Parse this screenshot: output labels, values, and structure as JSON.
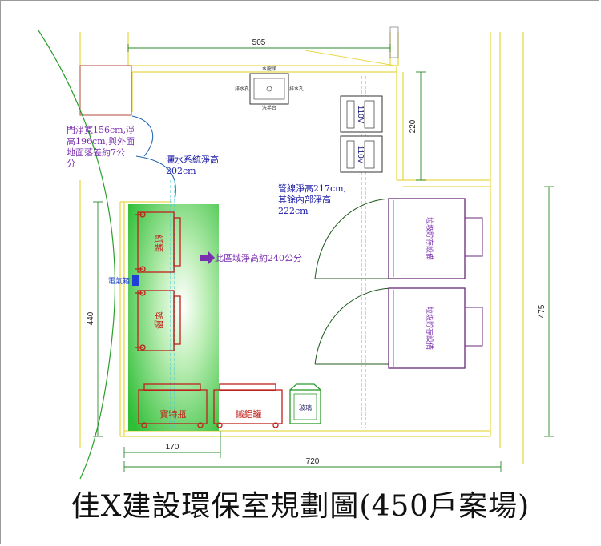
{
  "title": "佳X建設環保室規劃圖(450戶案場)",
  "dimensions": {
    "top_width": "505",
    "right_upper": "220",
    "left_height": "440",
    "right_height": "475",
    "bottom_short": "170",
    "bottom_total": "720"
  },
  "notes": {
    "door_lines": [
      "門淨寬156cm,淨",
      "高196cm,與外面",
      "地面落差約7公",
      "分"
    ],
    "sprinkler_lines": [
      "灑水系統淨高",
      "202cm"
    ],
    "pipe_lines": [
      "管線淨高217cm,",
      "其餘內部淨高",
      "222cm"
    ],
    "zone_height": "此區域淨高約240公分",
    "electric_box": "電氣箱"
  },
  "equipment": {
    "paper": "紙類",
    "plastic": "塑膠",
    "pet": "寶特瓶",
    "cans": "鐵鋁罐",
    "glass": "玻璃",
    "garbage_1": "垃圾貯存設備",
    "garbage_2": "垃圾貯存設備",
    "outlet_1": "110V",
    "outlet_2": "110V",
    "sink_label_top": "水龍頭",
    "sink_label_left": "排水孔",
    "sink_label_right": "排水孔",
    "sink_label_bottom": "洗手台"
  },
  "colors": {
    "zone_green": "#33c43a",
    "wall_yellow": "#e8d84a",
    "dimension_green": "#2a8a2a",
    "label_purple": "#7a2fb0",
    "label_red": "#c0201a",
    "electric_blue": "#1f3fd6"
  }
}
